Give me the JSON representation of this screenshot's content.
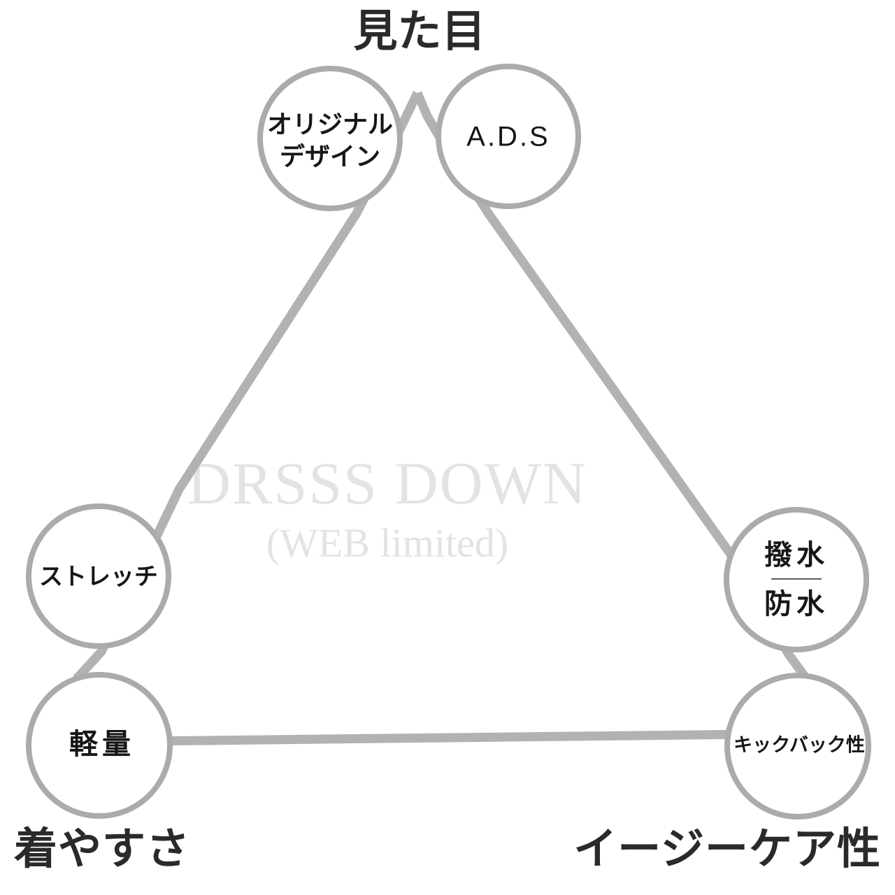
{
  "diagram": {
    "title": "見た目",
    "watermark": {
      "line1": "DRSSS DOWN",
      "line2": "(WEB limited)"
    },
    "corner_labels": {
      "top": "見た目",
      "bottom_left": "着やすさ",
      "bottom_right": "イージーケア性"
    },
    "nodes": {
      "original_design": {
        "line1": "オリジナル",
        "line2": "デザイン"
      },
      "ads": {
        "label": "A.D.S"
      },
      "stretch": {
        "label": "ストレッチ"
      },
      "lightweight": {
        "label": "軽量"
      },
      "water": {
        "line1": "撥水",
        "line2": "防水"
      },
      "kickback": {
        "label": "キックバック性"
      }
    },
    "colors": {
      "edge_line": "#b2b2b2",
      "circle_border": "#ababab",
      "circle_fill": "#ffffff",
      "text": "#161616",
      "heading_text": "#2a2a2a",
      "watermark": "#e3e3e3",
      "water_divider": "#5e5e5e",
      "background": "#ffffff"
    }
  }
}
